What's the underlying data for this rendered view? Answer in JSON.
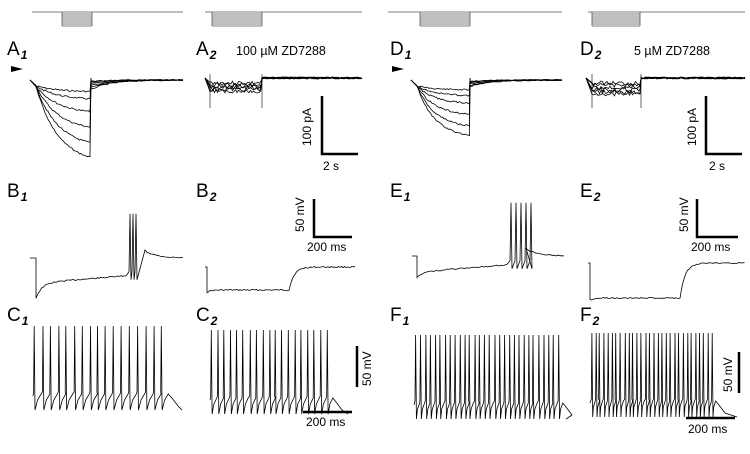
{
  "panels": {
    "A1": {
      "letter": "A",
      "sub": "1"
    },
    "A2": {
      "letter": "A",
      "sub": "2"
    },
    "D1": {
      "letter": "D",
      "sub": "1"
    },
    "D2": {
      "letter": "D",
      "sub": "2"
    },
    "B1": {
      "letter": "B",
      "sub": "1"
    },
    "B2": {
      "letter": "B",
      "sub": "2"
    },
    "E1": {
      "letter": "E",
      "sub": "1"
    },
    "E2": {
      "letter": "E",
      "sub": "2"
    },
    "C1": {
      "letter": "C",
      "sub": "1"
    },
    "C2": {
      "letter": "C",
      "sub": "2"
    },
    "F1": {
      "letter": "F",
      "sub": "1"
    },
    "F2": {
      "letter": "F",
      "sub": "2"
    }
  },
  "drugs": {
    "a2": "100 µM ZD7288",
    "d2": "5 µM ZD7288"
  },
  "scalebars": {
    "a_current": "100 pA",
    "a_time": "2 s",
    "d_current": "100 pA",
    "d_time": "2 s",
    "b_voltage": "50 mV",
    "b_time": "200 ms",
    "e_voltage": "50 mV",
    "e_time": "200 ms",
    "c_voltage": "50 mV",
    "c_time": "200 ms",
    "f_voltage": "50 mV",
    "f_time": "200 ms"
  }
}
